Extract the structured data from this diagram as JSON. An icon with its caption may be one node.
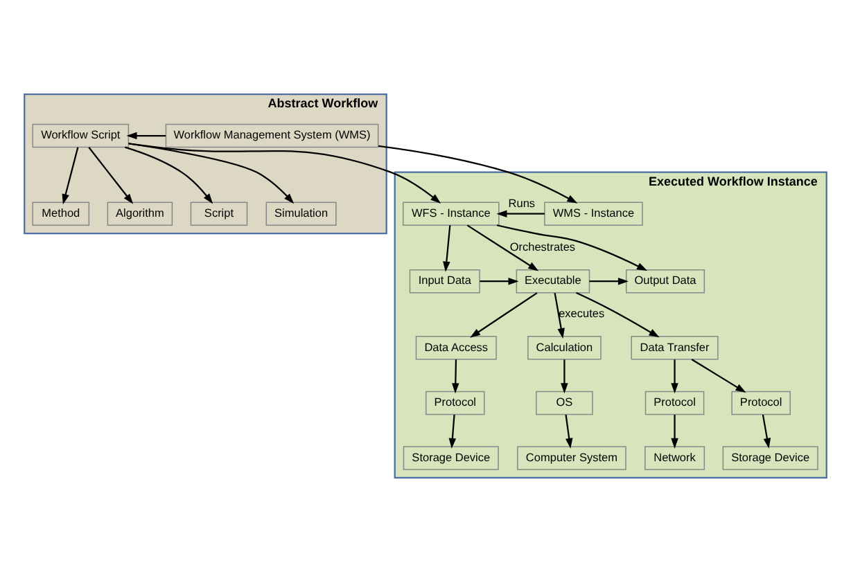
{
  "diagram": {
    "nodes": [
      {
        "text": [
          "Abstract Workflow"
        ]
      },
      {
        "text": [
          "Workflow Management System (WMS)"
        ],
        "in": 0
      },
      {
        "text": [
          "Workflow Script"
        ],
        "in": 0
      },
      {
        "text": [
          "Script"
        ],
        "in": 0
      },
      {
        "text": [
          "Simulation"
        ],
        "in": 0
      },
      {
        "text": [
          "Method"
        ],
        "in": 0
      },
      {
        "text": [
          "Algorithm"
        ],
        "in": 0
      },
      {
        "text": [
          "Executed Workflow Instance"
        ]
      },
      {
        "text": [
          "WMS - Instance"
        ],
        "in": 7
      },
      {
        "text": [
          "WFS - Instance"
        ],
        "in": 7
      },
      {
        "text": [
          "Input Data"
        ],
        "in": 7
      },
      {
        "text": [
          "Executable"
        ],
        "in": 7
      },
      {
        "text": [
          "Output Data"
        ],
        "in": 7
      },
      {
        "text": [
          "Data Access"
        ],
        "in": 7
      },
      {
        "text": [
          "Calculation"
        ],
        "in": 7
      },
      {
        "text": [
          "Data Transfer"
        ],
        "in": 7
      },
      {
        "text": [
          "Protocol"
        ],
        "in": 7
      },
      {
        "text": [
          "OS"
        ],
        "in": 7
      },
      {
        "text": [
          "Protocol"
        ],
        "in": 7
      },
      {
        "text": [
          "Protocol"
        ],
        "in": 7
      },
      {
        "text": [
          "Storage Device"
        ],
        "in": 7
      },
      {
        "text": [
          "Computer System"
        ],
        "in": 7
      },
      {
        "text": [
          "Network"
        ],
        "in": 7
      },
      {
        "text": [
          "Storage Device"
        ],
        "in": 7
      }
    ],
    "edges": [
      {
        "from": 1,
        "to": 2,
        "arrow": "to"
      },
      {
        "from": 2,
        "to": 3,
        "arrow": "to"
      },
      {
        "from": 2,
        "to": 4,
        "arrow": "to"
      },
      {
        "from": 2,
        "to": 5,
        "arrow": "to"
      },
      {
        "from": 2,
        "to": 6,
        "arrow": "to"
      },
      {
        "from": 1,
        "to": 8,
        "arrow": "to"
      },
      {
        "from": 2,
        "to": 9,
        "arrow": "to"
      },
      {
        "from": 8,
        "to": 9,
        "arrow": "to",
        "label": "Runs"
      },
      {
        "from": 9,
        "to": 10,
        "arrow": "to"
      },
      {
        "from": 9,
        "to": 11,
        "arrow": "to",
        "label": "Orchestrates"
      },
      {
        "from": 9,
        "to": 12,
        "arrow": "to"
      },
      {
        "from": 10,
        "to": 11,
        "arrow": "to"
      },
      {
        "from": 11,
        "to": 12,
        "arrow": "to"
      },
      {
        "from": 11,
        "to": 13,
        "arrow": "to"
      },
      {
        "from": 11,
        "to": 14,
        "arrow": "to",
        "label": "executes"
      },
      {
        "from": 11,
        "to": 15,
        "arrow": "to"
      },
      {
        "from": 13,
        "to": 16,
        "arrow": "to"
      },
      {
        "from": 14,
        "to": 17,
        "arrow": "to"
      },
      {
        "from": 15,
        "to": 18,
        "arrow": "to"
      },
      {
        "from": 15,
        "to": 19,
        "arrow": "to"
      },
      {
        "from": 16,
        "to": 20,
        "arrow": "to"
      },
      {
        "from": 17,
        "to": 21,
        "arrow": "to"
      },
      {
        "from": 18,
        "to": 22,
        "arrow": "to"
      },
      {
        "from": 19,
        "to": 23,
        "arrow": "to"
      }
    ]
  }
}
